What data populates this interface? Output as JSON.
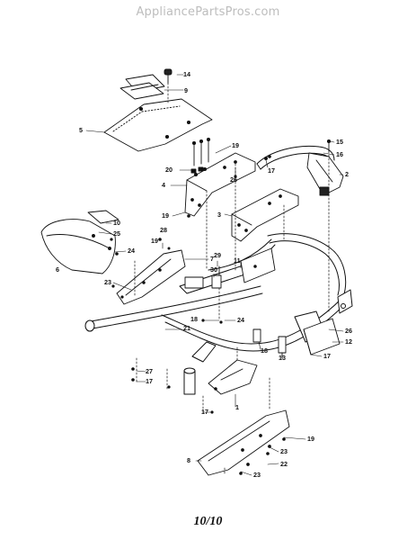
{
  "watermark": "AppliancePartsPros.com",
  "page_number": "10/10",
  "callouts": [
    {
      "id": "c14",
      "label": "14"
    },
    {
      "id": "c9",
      "label": "9"
    },
    {
      "id": "c5",
      "label": "5"
    },
    {
      "id": "c15",
      "label": "15"
    },
    {
      "id": "c19a",
      "label": "19"
    },
    {
      "id": "c16",
      "label": "16"
    },
    {
      "id": "c17a",
      "label": "17"
    },
    {
      "id": "c2",
      "label": "2"
    },
    {
      "id": "c20",
      "label": "20"
    },
    {
      "id": "c26a",
      "label": "26"
    },
    {
      "id": "c4",
      "label": "4"
    },
    {
      "id": "c19b",
      "label": "19"
    },
    {
      "id": "c3",
      "label": "3"
    },
    {
      "id": "c10",
      "label": "10"
    },
    {
      "id": "c25",
      "label": "25"
    },
    {
      "id": "c24a",
      "label": "24"
    },
    {
      "id": "c28",
      "label": "28"
    },
    {
      "id": "c19c",
      "label": "19"
    },
    {
      "id": "c7",
      "label": "7"
    },
    {
      "id": "c6",
      "label": "6"
    },
    {
      "id": "c29",
      "label": "29"
    },
    {
      "id": "c11",
      "label": "11"
    },
    {
      "id": "c30",
      "label": "30"
    },
    {
      "id": "c23a",
      "label": "23"
    },
    {
      "id": "c18a",
      "label": "18"
    },
    {
      "id": "c24b",
      "label": "24"
    },
    {
      "id": "c21",
      "label": "21"
    },
    {
      "id": "c26b",
      "label": "26"
    },
    {
      "id": "c12",
      "label": "12"
    },
    {
      "id": "c17b",
      "label": "17"
    },
    {
      "id": "c18b",
      "label": "18"
    },
    {
      "id": "c13",
      "label": "13"
    },
    {
      "id": "c27",
      "label": "27"
    },
    {
      "id": "c17c",
      "label": "17"
    },
    {
      "id": "c1",
      "label": "1"
    },
    {
      "id": "c17d",
      "label": "17"
    },
    {
      "id": "c19d",
      "label": "19"
    },
    {
      "id": "c23b",
      "label": "23"
    },
    {
      "id": "c8",
      "label": "8"
    },
    {
      "id": "c22",
      "label": "22"
    },
    {
      "id": "c23c",
      "label": "23"
    }
  ]
}
